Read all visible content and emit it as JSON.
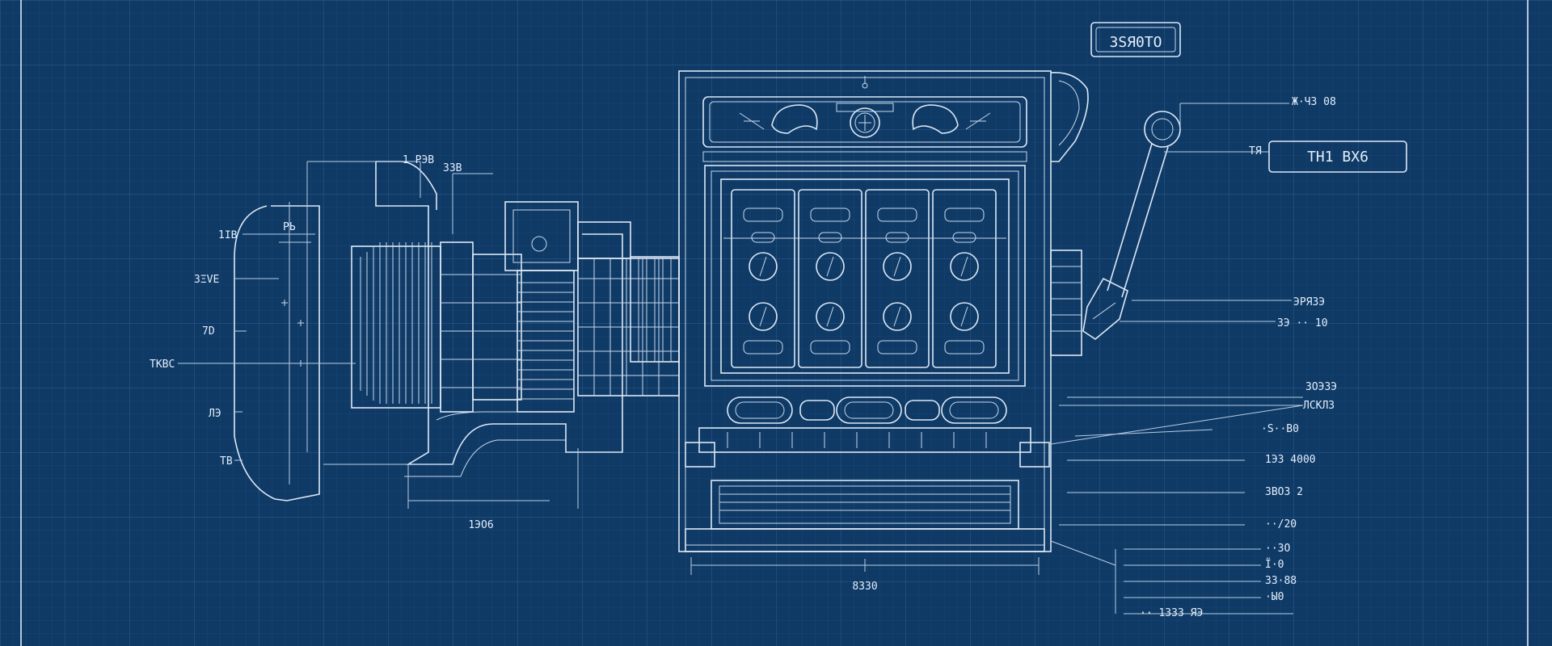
{
  "title_box": "ЗSЯ0ТО",
  "right_box": "ТН1 ВХ6",
  "colors": {
    "background": "#0f3a66",
    "line": "#dce8f6",
    "grid": "#2a5786"
  },
  "labels_left": [
    "1ΙΒ",
    "3ΞVE",
    "7D",
    "ТКВС",
    "ЛЭ",
    "ТВ"
  ],
  "labels_top_left": [
    "1 РЭВ",
    "3ЗВ",
    "РЬ"
  ],
  "labels_right_top": [
    "Ж·ЧЗ 08",
    "ТЯ"
  ],
  "labels_right_side": [
    "ЭРЯЗЭ",
    "ЗЭ ·· 10"
  ],
  "labels_right_list": [
    "ЗОЭЗЭ",
    "ЛСКЛЗ",
    "·Ѕ··В0",
    "1ЭЗ 4000",
    "ЗВОЗ 2",
    "··/20",
    "··ЗО",
    "Ї·0",
    "ЗЗ·88",
    "·Ы0",
    "·· 13ЗЗ ЯЭ"
  ],
  "dim_left": "1ЭО6",
  "dim_bottom": "8330"
}
